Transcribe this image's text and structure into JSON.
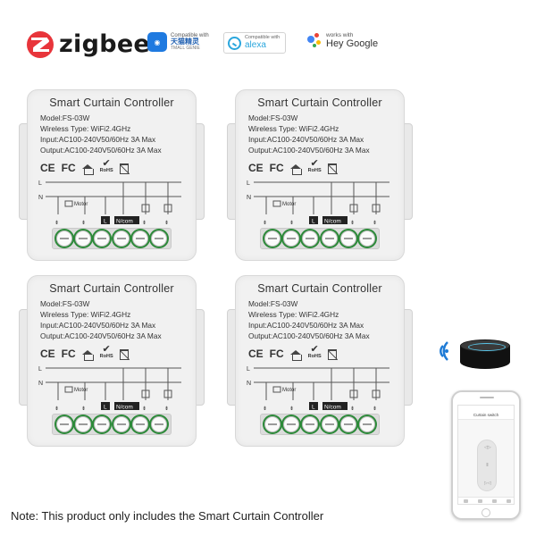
{
  "logos": {
    "zigbee": "zigbee",
    "tmall": {
      "line1": "Compatible with",
      "line2": "天猫精灵",
      "line3": "TMALL GENIE"
    },
    "alexa": {
      "line1": "Compatible with",
      "line2": "alexa"
    },
    "google": {
      "line1": "works with",
      "line2": "Hey Google"
    }
  },
  "product": {
    "title": "Smart Curtain Controller",
    "model": "Model:FS-03W",
    "wireless": "Wireless Type: WiFi2.4GHz",
    "input": "Input:AC100-240V50/60Hz 3A Max",
    "output": "Output:AC100-240V50/60Hz 3A Max",
    "cert_ce": "CE",
    "cert_fc": "FC",
    "cert_rohs": "RoHS",
    "wire_L": "L",
    "wire_N": "N",
    "motor": "Motor",
    "term_L": "L",
    "term_ncom": "N/com"
  },
  "phone": {
    "screen_title": "Curtain switch"
  },
  "colors": {
    "zigbee_red": "#e8353b",
    "alexa_blue": "#2aa6dd",
    "terminal_green": "#2c8a39"
  },
  "icons": [
    "zigbee-logo-icon",
    "tmall-genie-icon",
    "alexa-ring-icon",
    "google-assistant-icon",
    "house-icon",
    "recycle-bin-icon",
    "wifi-signal-icon"
  ],
  "note": "Note: This product only includes the Smart Curtain Controller"
}
